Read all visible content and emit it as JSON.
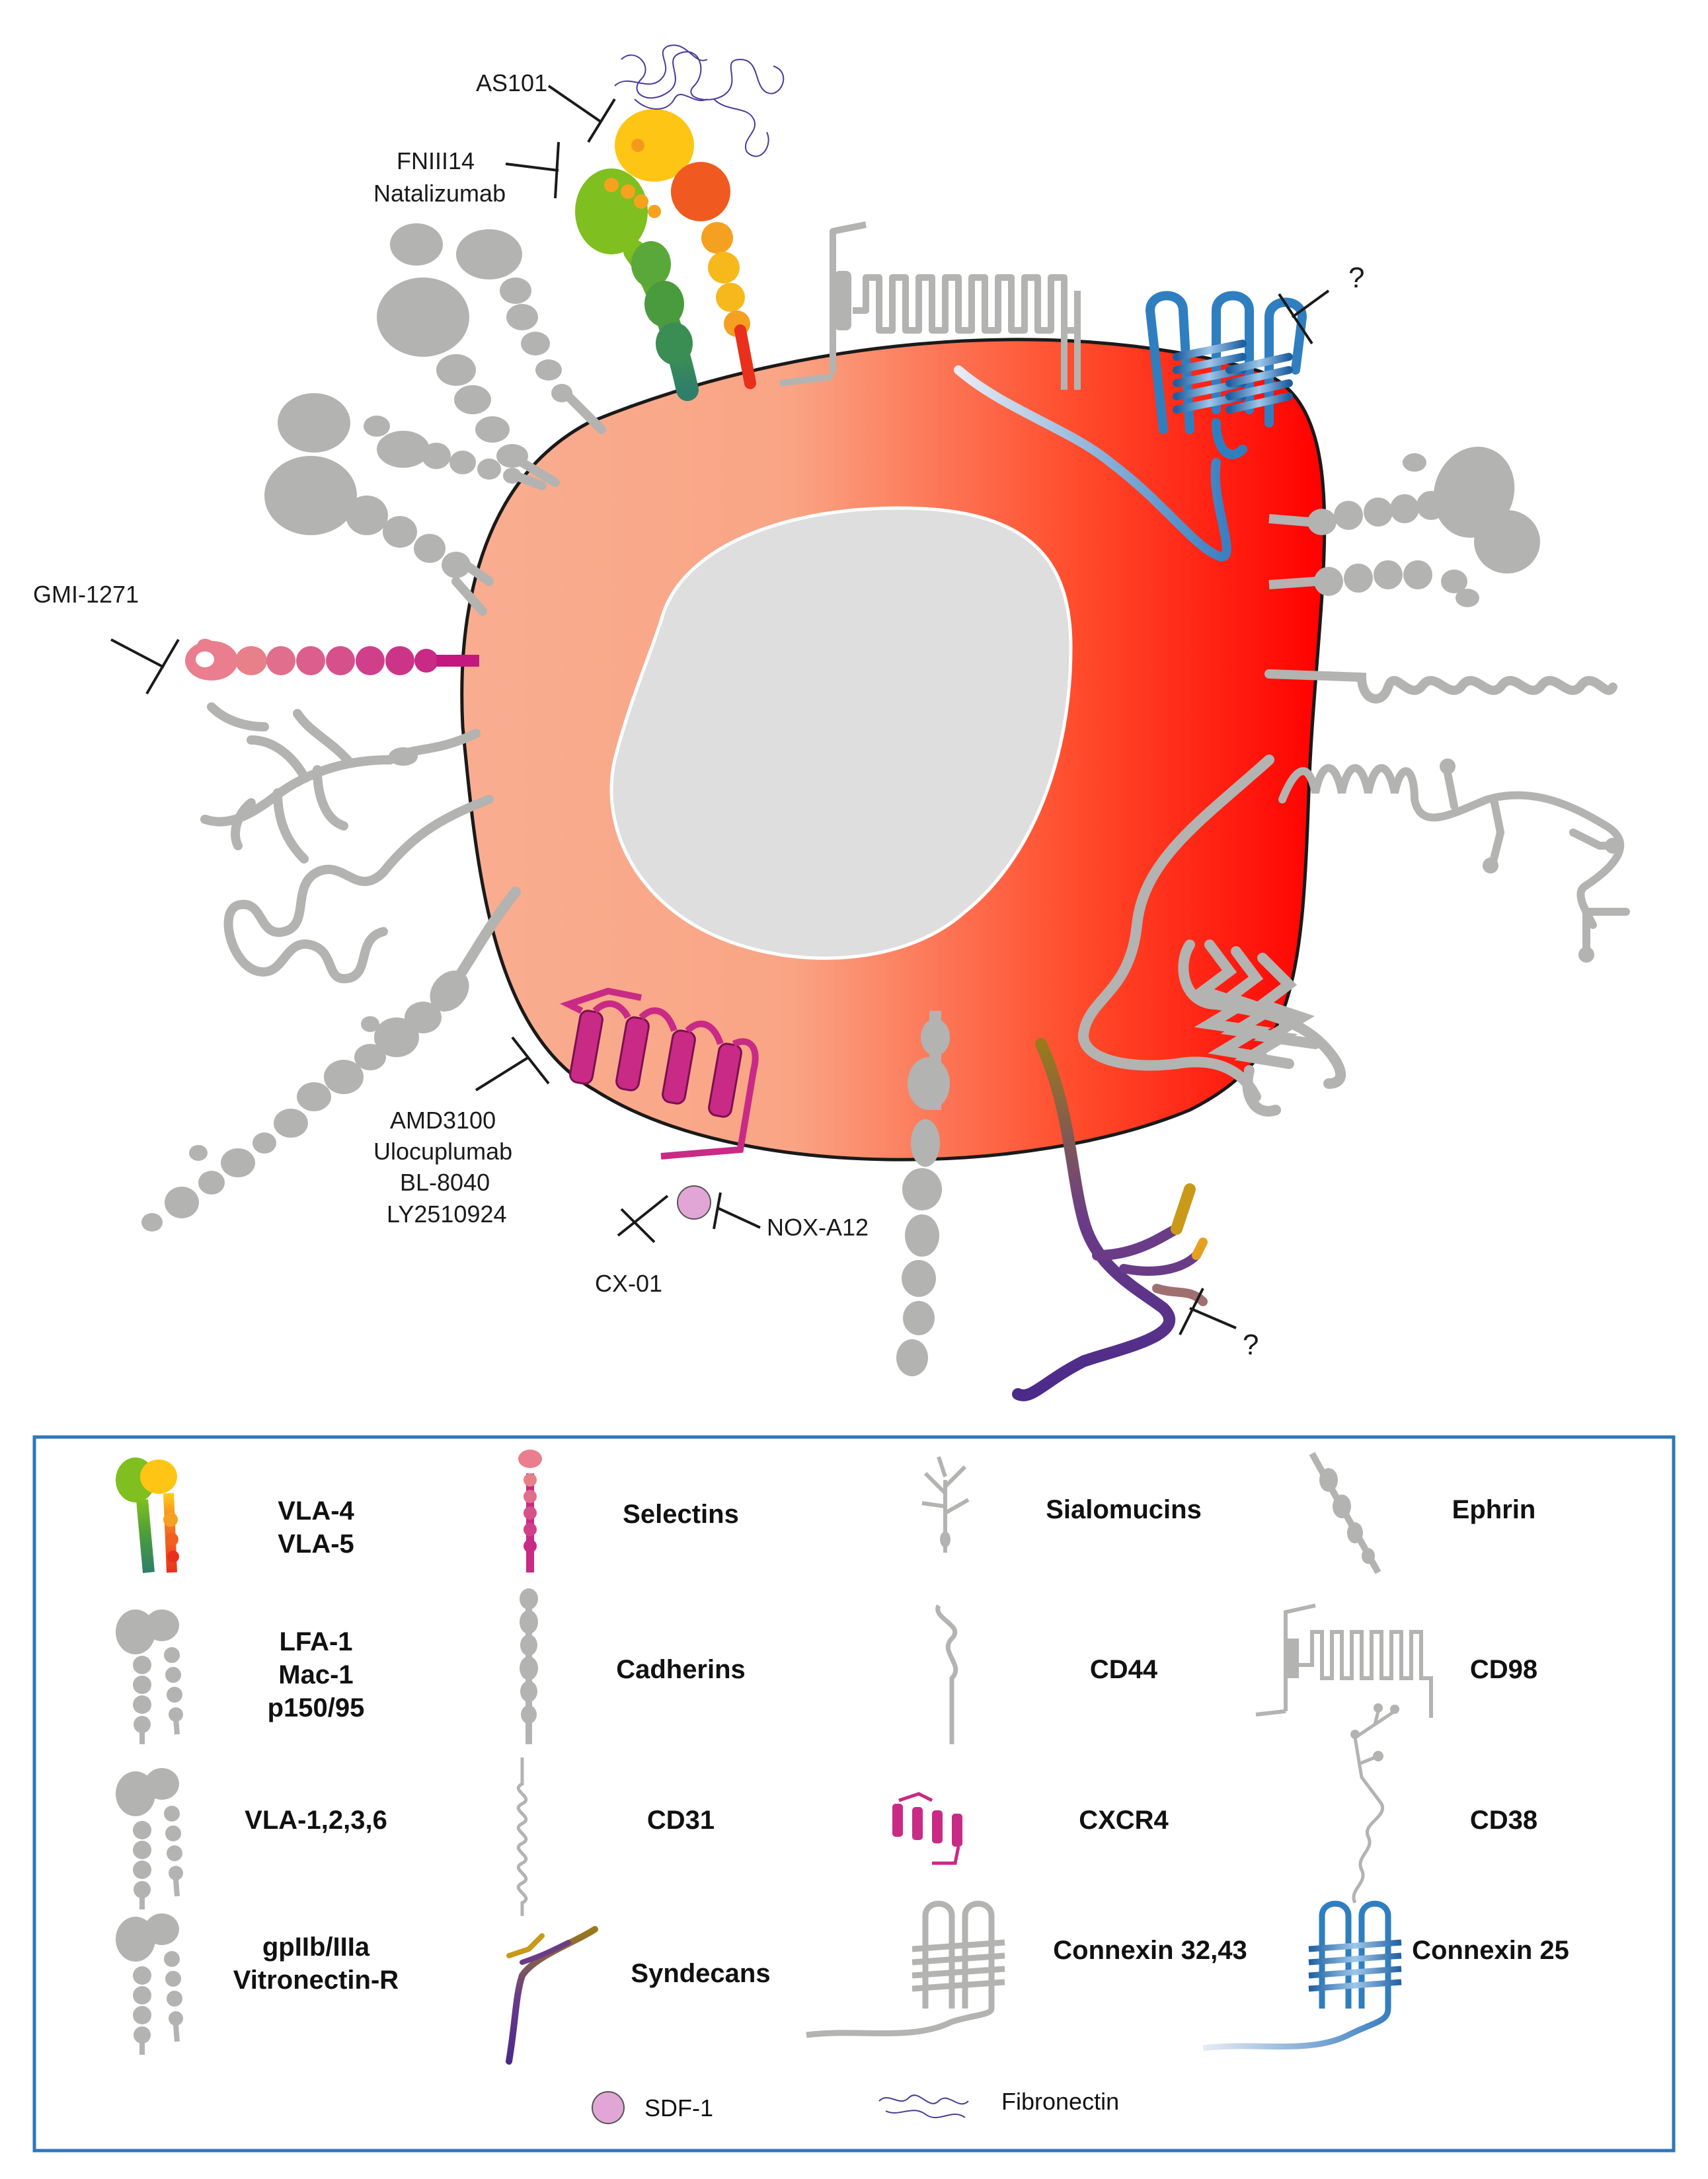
{
  "colors": {
    "cell_light": "#f9ad90",
    "cell_dark": "#ff0000",
    "nucleus": "#dedede",
    "gray": "#b3b3b1",
    "magenta": "#cf2f8c",
    "pink": "#ea7e8e",
    "blue": "#2f7fc0",
    "purple": "#5a2f8e",
    "sdf1": "#e2a6d6",
    "legend_border": "#2e77bb"
  },
  "inhibitors": {
    "as101": "AS101",
    "fniii14": "FNIII14",
    "natalizumab": "Natalizumab",
    "gmi1271": "GMI-1271",
    "amd3100": "AMD3100",
    "ulocuplumab": "Ulocuplumab",
    "bl8040": "BL-8040",
    "ly2510924": "LY2510924",
    "cx01": "CX-01",
    "noxa12": "NOX-A12",
    "unknown_top": "?",
    "unknown_bottom": "?"
  },
  "legend": {
    "vla4": "VLA-4",
    "vla5": "VLA-5",
    "selectins": "Selectins",
    "sialomucins": "Sialomucins",
    "ephrin": "Ephrin",
    "lfa1": "LFA-1",
    "mac1": "Mac-1",
    "p150": "p150/95",
    "cadherins": "Cadherins",
    "cd44": "CD44",
    "cd98": "CD98",
    "vla1236": "VLA-1,2,3,6",
    "cd31": "CD31",
    "cxcr4": "CXCR4",
    "cd38": "CD38",
    "gpiib": "gpIIb/IIIa",
    "vitronectin": "Vitronectin-R",
    "syndecans": "Syndecans",
    "connexin3243": "Connexin 32,43",
    "connexin25": "Connexin 25",
    "sdf1": "SDF-1",
    "fibronectin": "Fibronectin"
  }
}
